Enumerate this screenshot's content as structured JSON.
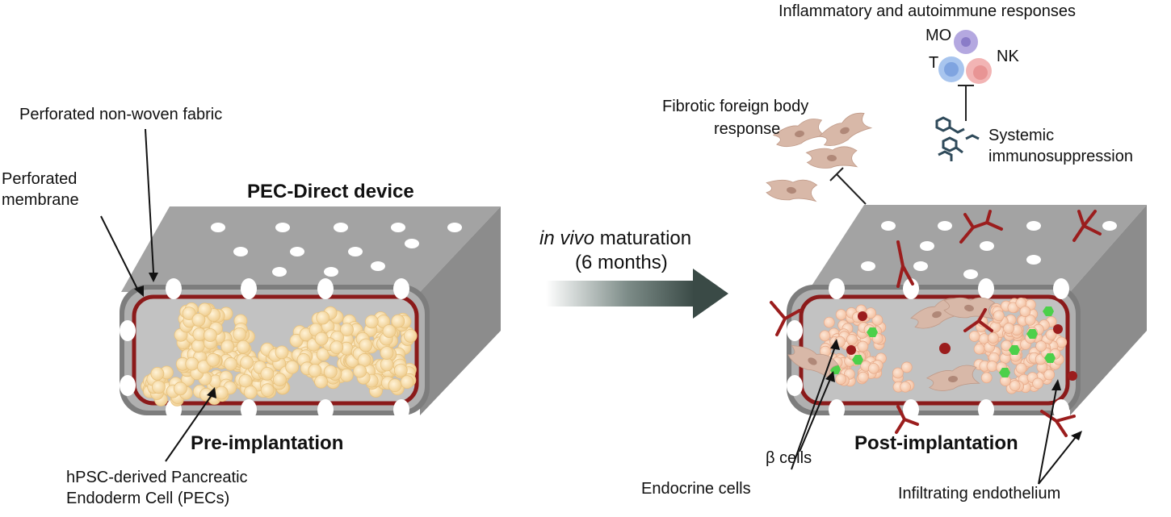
{
  "left": {
    "device_title": "PEC-Direct device",
    "stage_label": "Pre-implantation",
    "fabric_label": "Perforated non-woven fabric",
    "membrane_label_l1": "Perforated",
    "membrane_label_l2": "membrane",
    "cells_label_l1": "hPSC-derived Pancreatic",
    "cells_label_l2": "Endoderm Cell (PECs)"
  },
  "middle": {
    "maturation_italic": "in vivo",
    "maturation_rest": " maturation",
    "maturation_duration": "(6 months)"
  },
  "right": {
    "stage_label": "Post-implantation",
    "immune_title": "Inflammatory and autoimmune responses",
    "cell_mo": "MO",
    "cell_t": "T",
    "cell_nk": "NK",
    "fibrotic_l1": "Fibrotic foreign body",
    "fibrotic_l2": "response",
    "immuno_l1": "Systemic",
    "immuno_l2": "immunosuppression",
    "endocrine_label": "Endocrine cells",
    "beta_label": "β cells",
    "endothelium_label": "Infiltrating endothelium"
  },
  "colors": {
    "device_gray": "#a9a9a9",
    "device_top": "#9c9c9c",
    "device_side": "#8a8a8a",
    "membrane_red": "#8b1a1a",
    "cell_fill": "#f6d9a6",
    "beta_green": "#4cd04a",
    "vessel_red": "#9b1d1d",
    "fibroblast": "#d8b8a8"
  }
}
